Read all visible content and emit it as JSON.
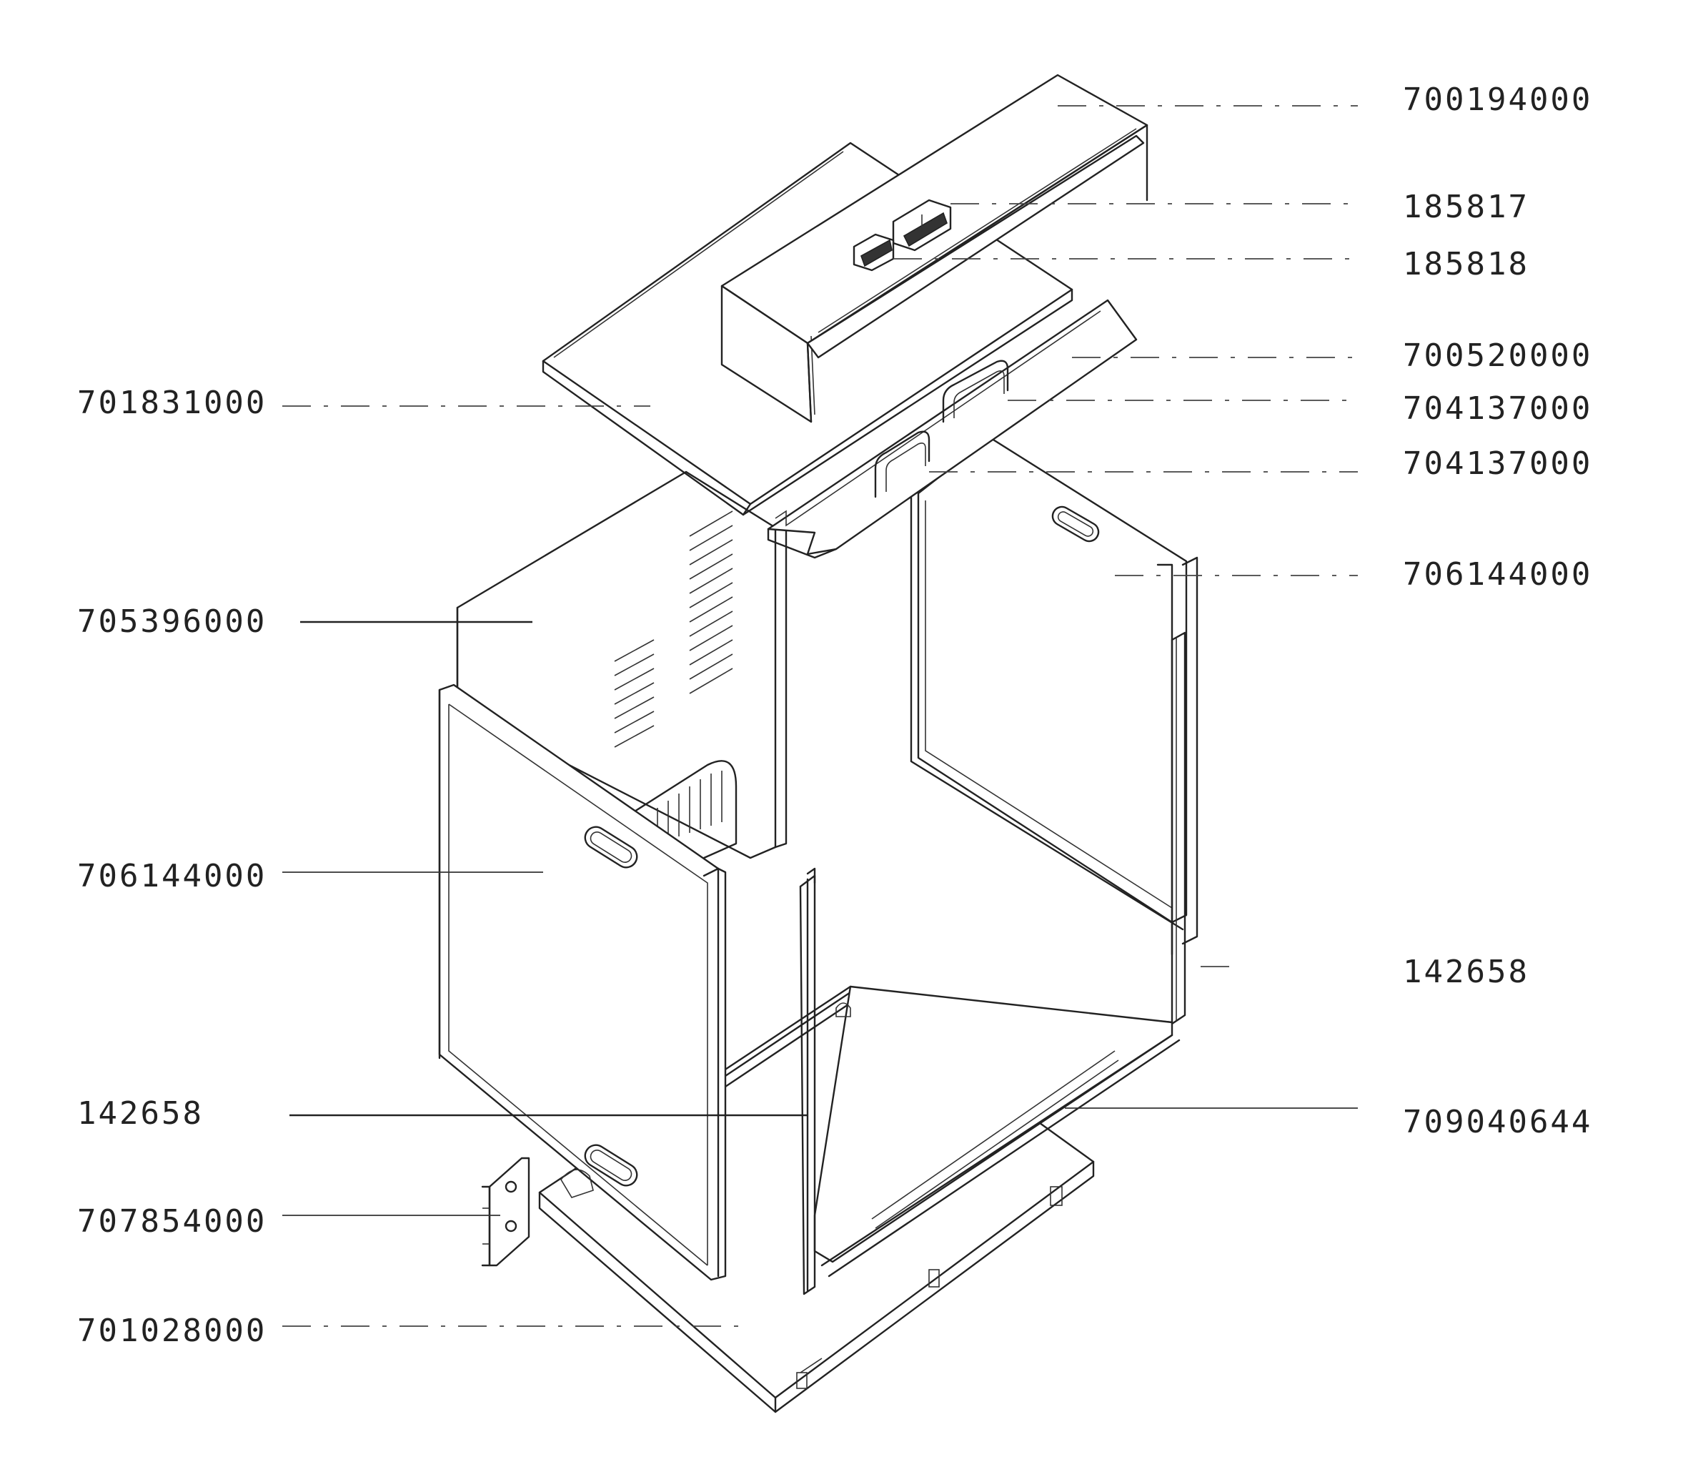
{
  "callouts": {
    "top_cover": "700194000",
    "connector_a": "185817",
    "connector_b": "185818",
    "top_plate": "700520000",
    "handle_right": "704137000",
    "handle_left": "704137000",
    "right_side_panel": "706144000",
    "right_seal": "142658",
    "bottom_rail": "709040644",
    "top_panel": "701831000",
    "back_panel": "705396000",
    "left_side_panel": "706144000",
    "left_seal": "142658",
    "bracket": "707854000",
    "base_plate": "701028000"
  }
}
